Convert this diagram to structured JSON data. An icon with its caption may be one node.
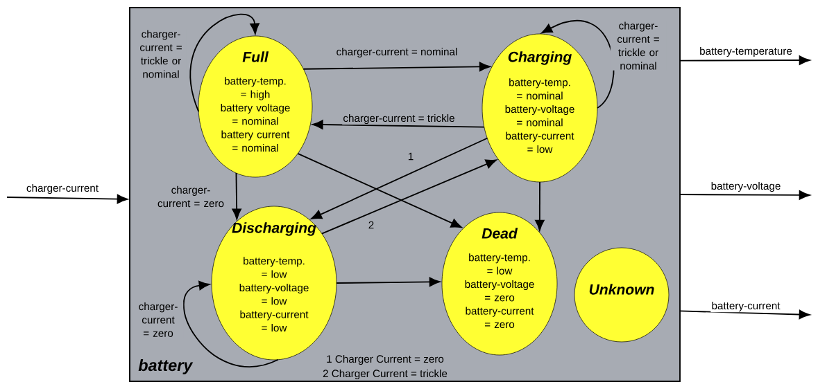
{
  "diagram": {
    "nodes": [
      {
        "text": [
          "battery"
        ]
      },
      {
        "text": [
          "Full",
          "battery-temp. = high",
          "battery voltage = nominal",
          "battery current = nominal"
        ],
        "in": 0
      },
      {
        "text": [
          "Charging",
          "battery-temp. = nominal",
          "battery-voltage = nominal",
          "battery-current = low"
        ],
        "in": 0
      },
      {
        "text": [
          "Discharging",
          "battery-temp. = low",
          "battery-voltage = low",
          "battery-current = low"
        ],
        "in": 0
      },
      {
        "text": [
          "Dead",
          "battery-temp. = low",
          "battery-voltage = zero",
          "battery-current = zero"
        ],
        "in": 0
      },
      {
        "text": [
          "Unknown"
        ],
        "in": 0
      }
    ],
    "edges": [
      {
        "from": 1,
        "to": 1,
        "arrow": "to",
        "label": "charger-current = trickle or nominal"
      },
      {
        "from": 1,
        "to": 2,
        "arrow": "to",
        "label": "charger-current = nominal"
      },
      {
        "from": 2,
        "to": 1,
        "arrow": "to",
        "label": "charger-current = trickle"
      },
      {
        "from": 2,
        "to": 3,
        "arrow": "to",
        "label": "1"
      },
      {
        "from": 3,
        "to": 2,
        "arrow": "to",
        "label": "2"
      },
      {
        "from": 1,
        "to": 4,
        "arrow": "to"
      },
      {
        "from": 1,
        "to": 3,
        "arrow": "to",
        "label": "charger-current = zero"
      },
      {
        "from": 2,
        "to": 4,
        "arrow": "to"
      },
      {
        "from": 3,
        "to": 4,
        "arrow": "to"
      },
      {
        "from": 3,
        "to": 3,
        "arrow": "to",
        "label": "charger-current = zero"
      },
      {
        "from": 2,
        "to": 2,
        "arrow": "to",
        "label": "charger-current = trickle or nominal"
      },
      {
        "from": null,
        "to": 0,
        "arrow": "to",
        "label": "charger-current"
      },
      {
        "from": 0,
        "to": null,
        "arrow": "to",
        "label": "battery-temperature"
      },
      {
        "from": 0,
        "to": null,
        "arrow": "to",
        "label": "battery-voltage"
      },
      {
        "from": 0,
        "to": null,
        "arrow": "to",
        "label": "battery-current"
      }
    ],
    "labels": [
      "1 Charger Current = zero",
      "2 Charger Current = trickle"
    ]
  }
}
